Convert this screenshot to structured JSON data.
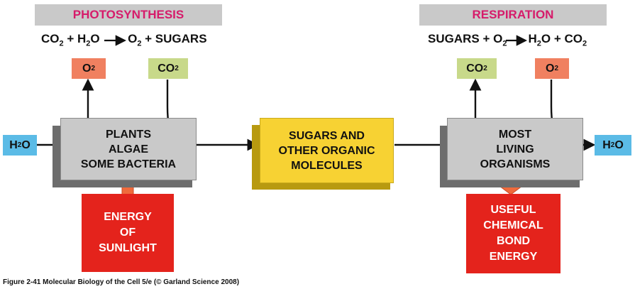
{
  "photosynthesis": {
    "title": "PHOTOSYNTHESIS",
    "equation": [
      "CO",
      "2",
      " + H",
      "2",
      "O ",
      "→",
      " O",
      "2",
      " + SUGARS"
    ],
    "o2_chip": [
      "O",
      "2"
    ],
    "co2_chip": [
      "CO",
      "2"
    ],
    "h2o_in": [
      "H",
      "2",
      "O"
    ],
    "box_label": "PLANTS\nALGAE\nSOME BACTERIA",
    "energy_label": "ENERGY\nOF\nSUNLIGHT"
  },
  "center": {
    "box_label": "SUGARS AND\nOTHER ORGANIC\nMOLECULES"
  },
  "respiration": {
    "title": "RESPIRATION",
    "equation": [
      "SUGARS + O",
      "2",
      " → H",
      "2",
      "O + CO",
      "2"
    ],
    "co2_chip": [
      "CO",
      "2"
    ],
    "o2_chip": [
      "O",
      "2"
    ],
    "h2o_out": [
      "H",
      "2",
      "O"
    ],
    "box_label": "MOST\nLIVING\nORGANISMS",
    "energy_label": "USEFUL\nCHEMICAL\nBOND\nENERGY"
  },
  "colors": {
    "header_bg": "#c9c9c9",
    "header_text": "#d61b6a",
    "o2_chip": "#f08060",
    "co2_chip": "#c8d98a",
    "h2o_chip": "#5bbbe6",
    "organism_box": "#c9c9c9",
    "molecule_box": "#f7d233",
    "energy_box": "#e4231c",
    "energy_arrow": "#ef6a3c"
  },
  "caption": "Figure 2-41  Molecular Biology of the Cell 5/e (© Garland Science 2008)"
}
